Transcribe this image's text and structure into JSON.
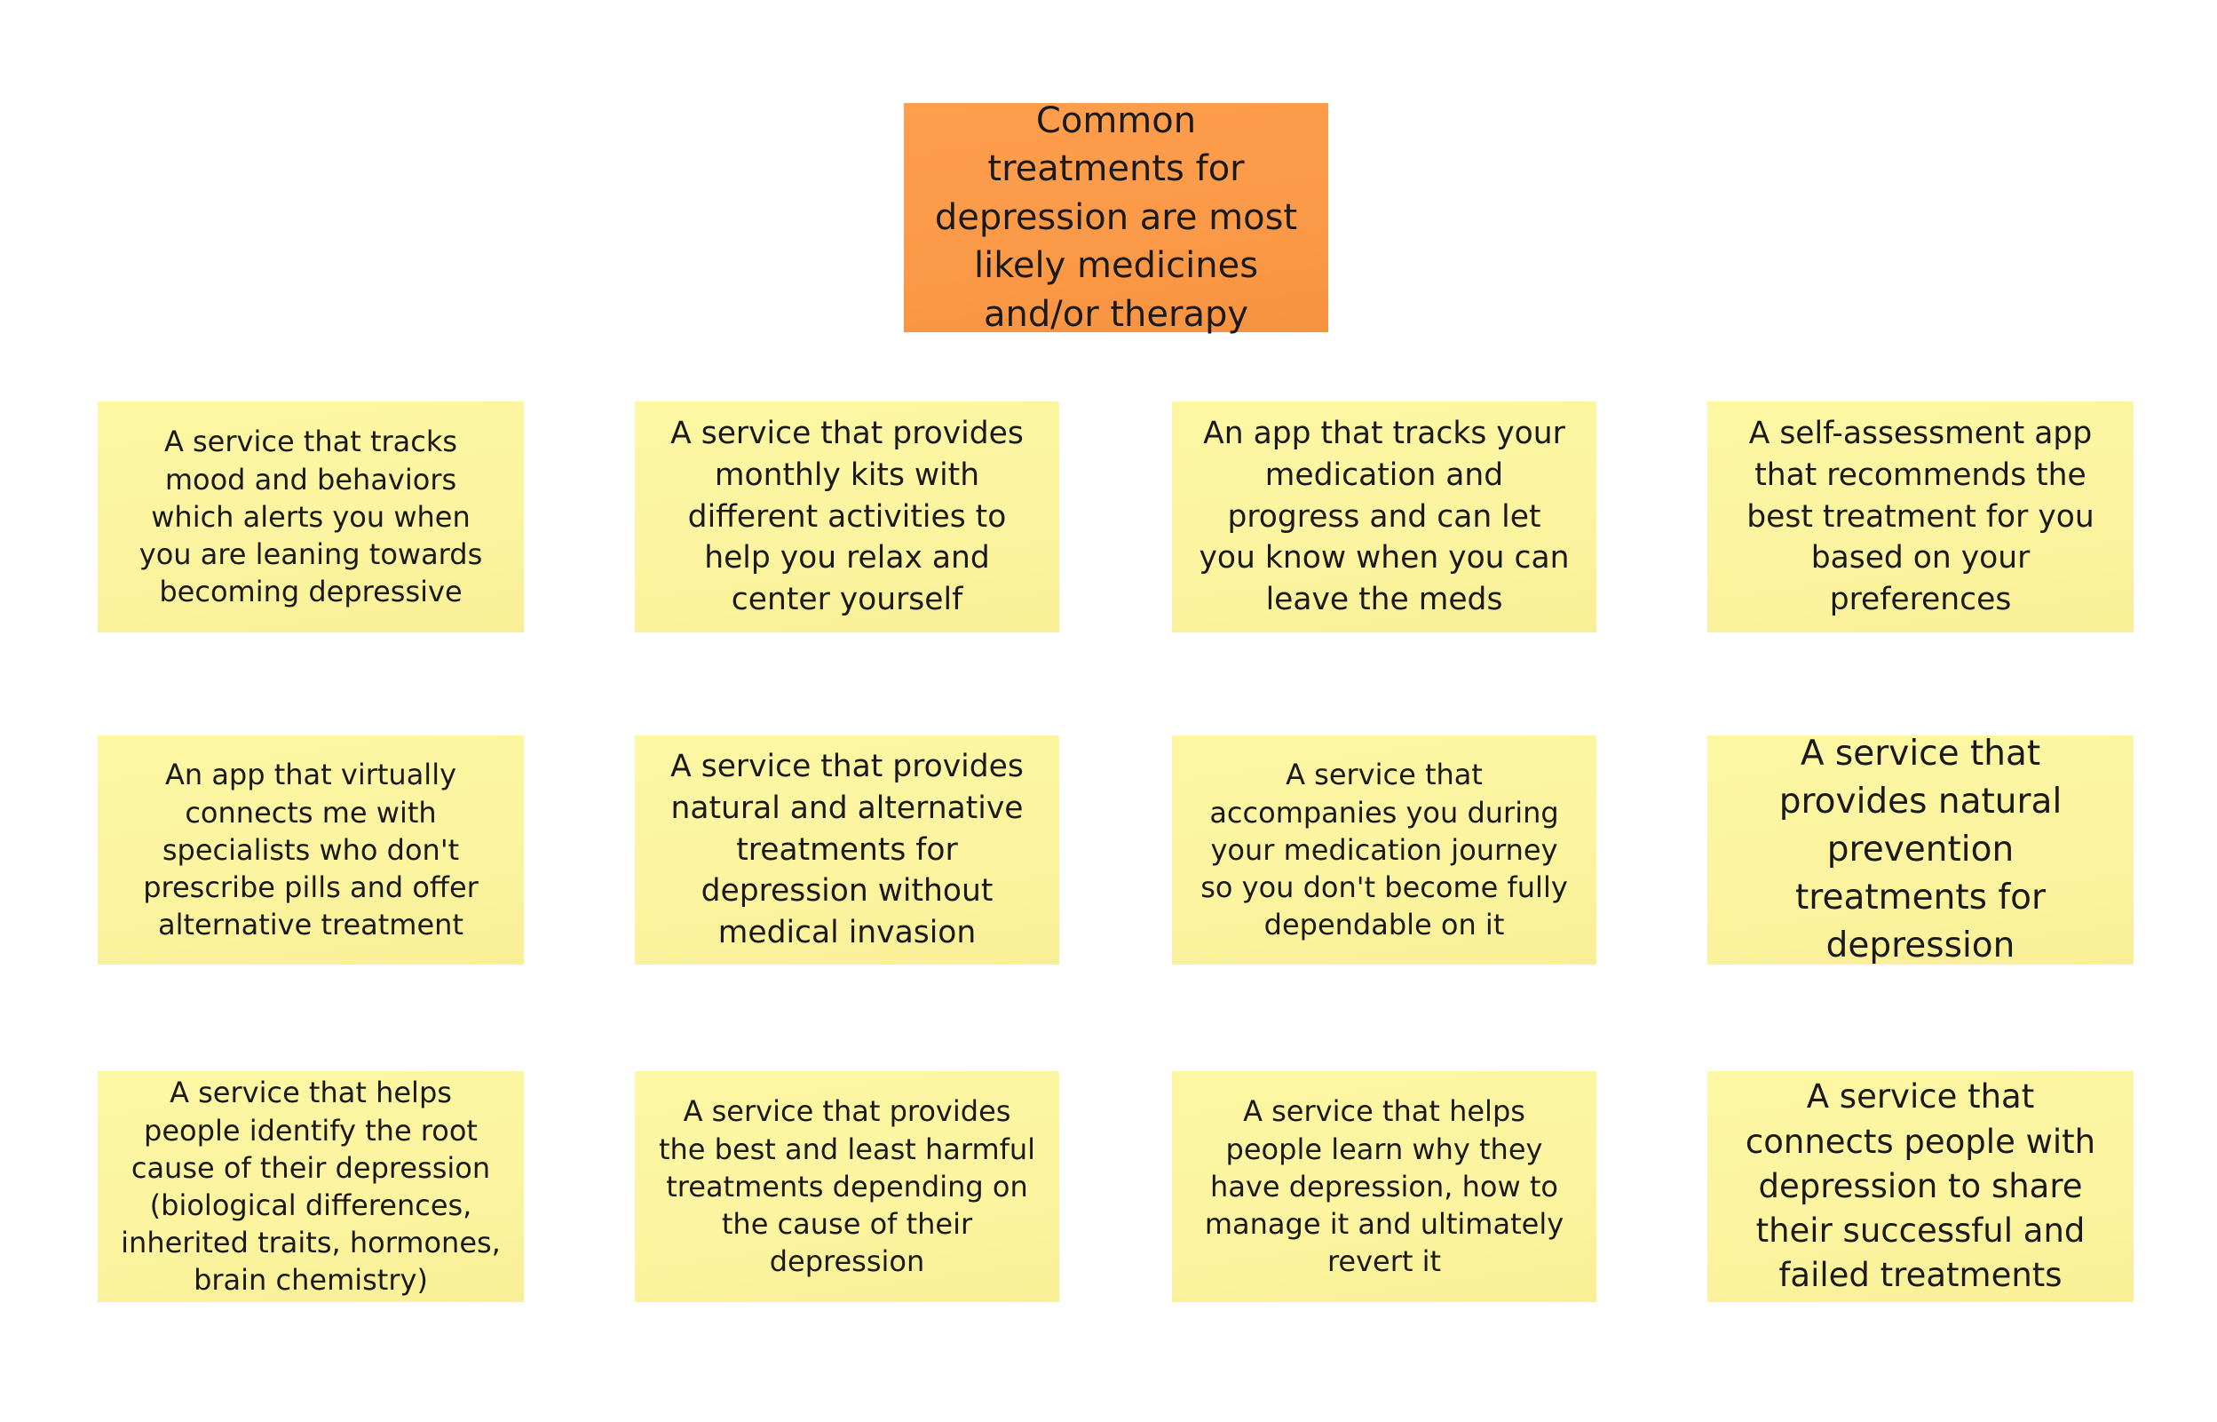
{
  "header_note": {
    "text": "Common treatments for depression are most likely medicines and/or therapy"
  },
  "idea_notes": [
    {
      "text": "A service that tracks mood and behaviors which alerts you when you are leaning towards becoming depressive"
    },
    {
      "text": "A service that provides monthly kits with different activities to help you relax and center yourself"
    },
    {
      "text": "An app that tracks your medication and progress and can let you know when you can leave the meds"
    },
    {
      "text": "A self-assessment app that recommends the best treatment for you based on your preferences"
    },
    {
      "text": "An app that virtually connects me with specialists who don't prescribe pills and offer alternative treatment"
    },
    {
      "text": "A service that provides natural and alternative treatments for depression without medical invasion"
    },
    {
      "text": "A service that accompanies you during your medication journey so you don't become fully dependable on it"
    },
    {
      "text": "A service that provides natural prevention treatments for depression"
    },
    {
      "text": "A service that helps people identify the root cause of their depression (biological differences, inherited traits, hormones, brain chemistry)"
    },
    {
      "text": "A service that provides the best and least harmful treatments depending on the cause of their depression"
    },
    {
      "text": "A service that helps people learn why they have depression, how to manage it and ultimately revert it"
    },
    {
      "text": "A service that connects people with depression to share their successful and failed treatments"
    }
  ],
  "colors": {
    "header_note": "#fb9a48",
    "idea_note": "#fcf4a0",
    "background": "#ffffff",
    "text": "#1a1a1a"
  }
}
